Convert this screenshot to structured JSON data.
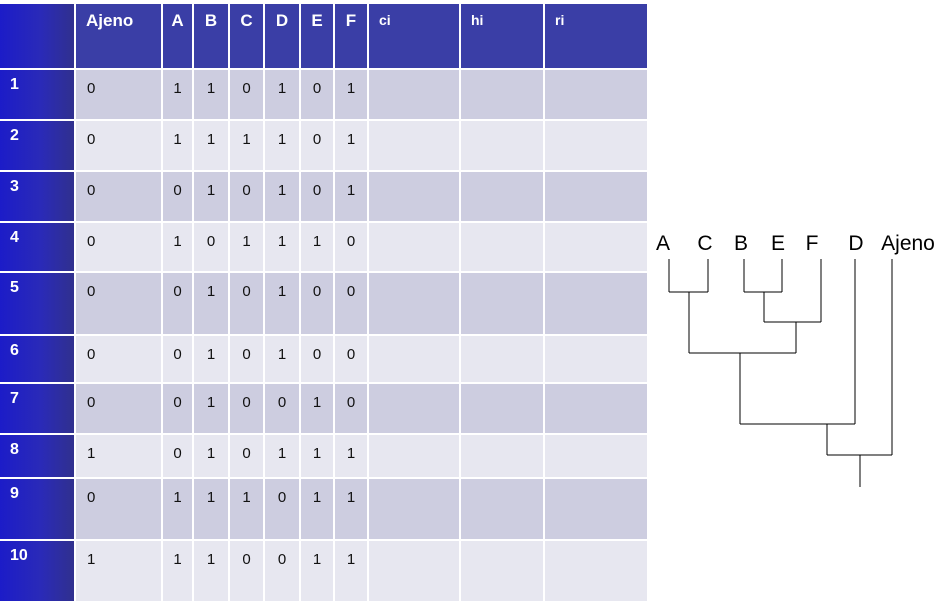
{
  "table": {
    "columns": [
      "",
      "Ajeno",
      "A",
      "B",
      "C",
      "D",
      "E",
      "F",
      "ci",
      "hi",
      "ri"
    ],
    "rows": [
      {
        "label": "1",
        "values": [
          "0",
          "1",
          "1",
          "0",
          "1",
          "0",
          "1",
          "",
          "",
          ""
        ]
      },
      {
        "label": "2",
        "values": [
          "0",
          "1",
          "1",
          "1",
          "1",
          "0",
          "1",
          "",
          "",
          ""
        ]
      },
      {
        "label": "3",
        "values": [
          "0",
          "0",
          "1",
          "0",
          "1",
          "0",
          "1",
          "",
          "",
          ""
        ]
      },
      {
        "label": "4",
        "values": [
          "0",
          "1",
          "0",
          "1",
          "1",
          "1",
          "0",
          "",
          "",
          ""
        ]
      },
      {
        "label": "5",
        "values": [
          "0",
          "0",
          "1",
          "0",
          "1",
          "0",
          "0",
          "",
          "",
          ""
        ]
      },
      {
        "label": "6",
        "values": [
          "0",
          "0",
          "1",
          "0",
          "1",
          "0",
          "0",
          "",
          "",
          ""
        ]
      },
      {
        "label": "7",
        "values": [
          "0",
          "0",
          "1",
          "0",
          "0",
          "1",
          "0",
          "",
          "",
          ""
        ]
      },
      {
        "label": "8",
        "values": [
          "1",
          "0",
          "1",
          "0",
          "1",
          "1",
          "1",
          "",
          "",
          ""
        ]
      },
      {
        "label": "9",
        "values": [
          "0",
          "1",
          "1",
          "1",
          "0",
          "1",
          "1",
          "",
          "",
          ""
        ]
      },
      {
        "label": "10",
        "values": [
          "1",
          "1",
          "1",
          "0",
          "0",
          "1",
          "1",
          "",
          "",
          ""
        ]
      }
    ]
  },
  "tree": {
    "taxa": [
      "A",
      "C",
      "B",
      "E",
      "F",
      "D",
      "Ajeno"
    ],
    "topology": "(((((A,C),((B,E),F)),D),Ajeno))"
  },
  "colors": {
    "header_bg": "#3a3ea6",
    "row_header_bg": "#2a2ab8",
    "row_odd_bg": "#cdcde0",
    "row_even_bg": "#e7e7f0"
  }
}
